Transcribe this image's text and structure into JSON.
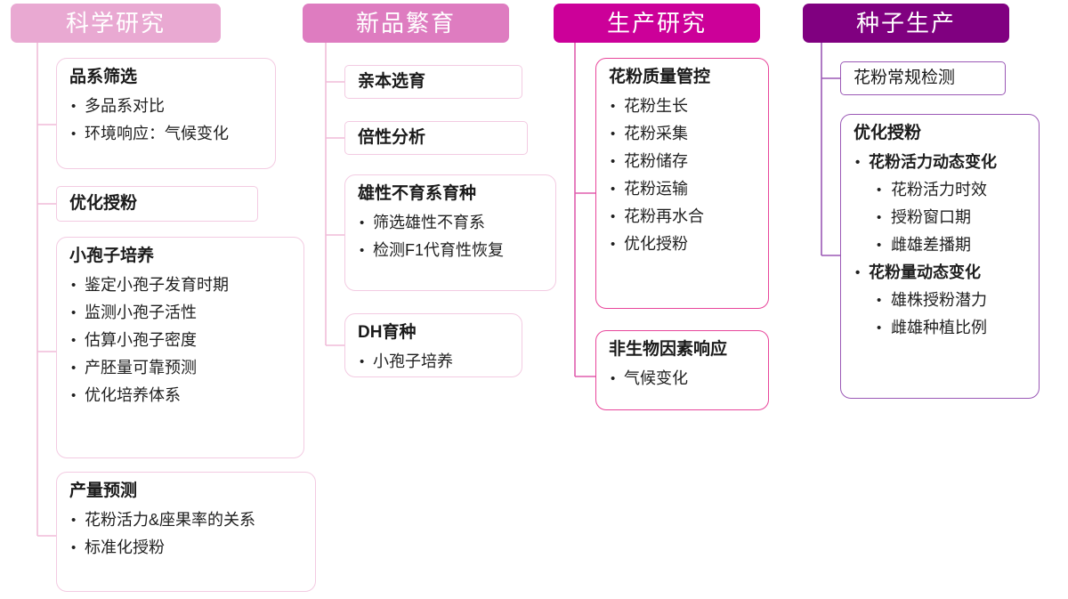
{
  "diagram": {
    "title_colors": {
      "col1": "#e9a9d2",
      "col2": "#de7cc0",
      "col3": "#cc0099",
      "col4": "#800080"
    },
    "border_colors": {
      "col1": "#f3cbe2",
      "col2": "#f3cbe2",
      "col3": "#e8469b",
      "col4": "#9b59b6"
    },
    "columns": [
      {
        "id": "col1",
        "header": "科学研究",
        "nodes": [
          {
            "title": "品系筛选",
            "bullets": [
              "多品系对比",
              "环境响应：气候变化"
            ]
          },
          {
            "title": "优化授粉",
            "bullets": []
          },
          {
            "title": "小孢子培养",
            "bullets": [
              "鉴定小孢子发育时期",
              "监测小孢子活性",
              "估算小孢子密度",
              "产胚量可靠预测",
              "优化培养体系"
            ]
          },
          {
            "title": "产量预测",
            "bullets": [
              "花粉活力&座果率的关系",
              "标准化授粉"
            ]
          }
        ]
      },
      {
        "id": "col2",
        "header": "新品繁育",
        "nodes": [
          {
            "title": "亲本选育",
            "bullets": []
          },
          {
            "title": "倍性分析",
            "bullets": []
          },
          {
            "title": "雄性不育系育种",
            "bullets": [
              "筛选雄性不育系",
              "检测F1代育性恢复"
            ]
          },
          {
            "title": "DH育种",
            "bullets": [
              "小孢子培养"
            ]
          }
        ]
      },
      {
        "id": "col3",
        "header": "生产研究",
        "nodes": [
          {
            "title": "花粉质量管控",
            "bullets": [
              "花粉生长",
              "花粉采集",
              "花粉储存",
              "花粉运输",
              "花粉再水合",
              "优化授粉"
            ]
          },
          {
            "title": "非生物因素响应",
            "bullets": [
              "气候变化"
            ]
          }
        ]
      },
      {
        "id": "col4",
        "header": "种子生产",
        "nodes": [
          {
            "title": "花粉常规检测",
            "bullets": []
          },
          {
            "title": "优化授粉",
            "bullets": [
              "花粉活力动态变化",
              "花粉活力时效",
              "授粉窗口期",
              "雌雄差播期",
              "花粉量动态变化",
              "雄株授粉潜力",
              "雌雄种植比例"
            ]
          }
        ]
      }
    ]
  }
}
